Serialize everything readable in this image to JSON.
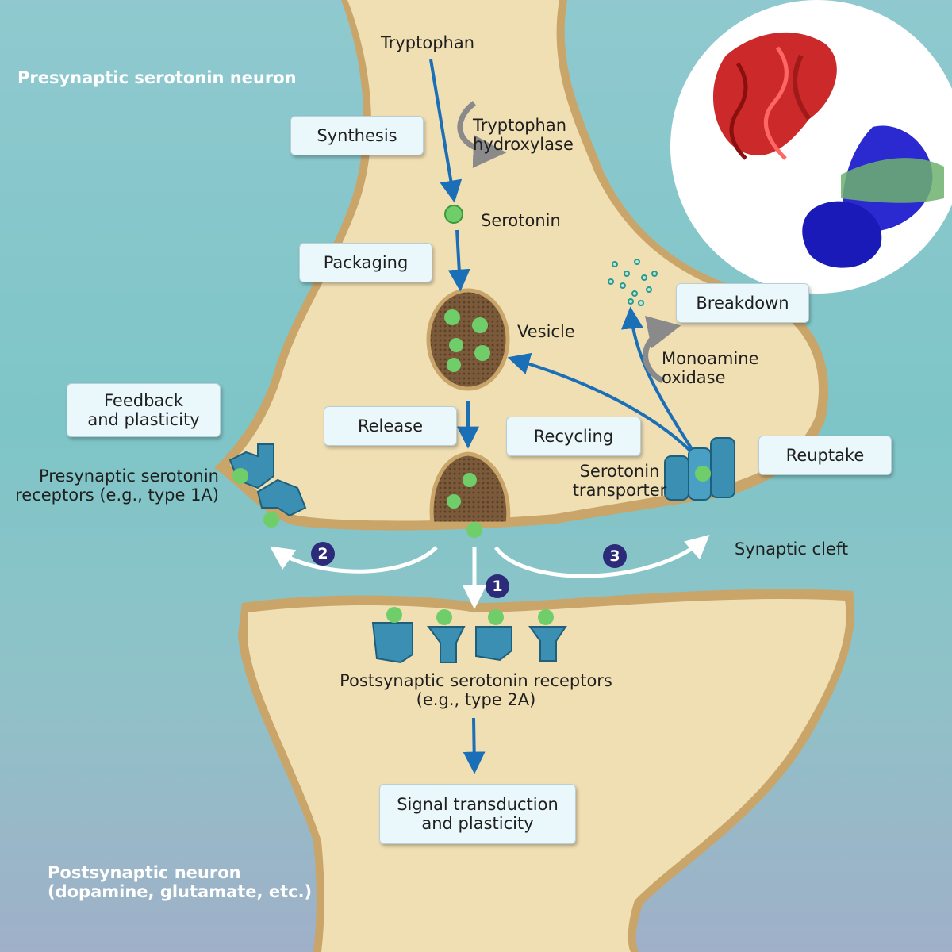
{
  "regions": {
    "presynaptic": "Presynaptic serotonin neuron",
    "postsynaptic_line1": "Postsynaptic neuron",
    "postsynaptic_line2": "(dopamine, glutamate, etc.)"
  },
  "labels": {
    "tryptophan": "Tryptophan",
    "enzyme_line1": "Tryptophan",
    "enzyme_line2": "hydroxylase",
    "serotonin": "Serotonin",
    "vesicle": "Vesicle",
    "mao_line1": "Monoamine",
    "mao_line2": "oxidase",
    "presyn_receptors_line1": "Presynaptic serotonin",
    "presyn_receptors_line2": "receptors (e.g., type 1A)",
    "transporter_line1": "Serotonin",
    "transporter_line2": "transporter",
    "synaptic_cleft": "Synaptic cleft",
    "postsyn_receptors_line1": "Postsynaptic serotonin receptors",
    "postsyn_receptors_line2": "(e.g., type 2A)"
  },
  "process_boxes": {
    "synthesis": "Synthesis",
    "packaging": "Packaging",
    "breakdown": "Breakdown",
    "feedback_line1": "Feedback",
    "feedback_line2": "and plasticity",
    "release": "Release",
    "recycling": "Recycling",
    "reuptake": "Reuptake",
    "signal_line1": "Signal transduction",
    "signal_line2": "and plasticity"
  },
  "badges": {
    "one": "1",
    "two": "2",
    "three": "3"
  },
  "colors": {
    "background": "#8fc9cf",
    "cytoplasm": "#f1dfb4",
    "membrane": "#c9a56a",
    "arrow_blue": "#1a6fb6",
    "serotonin_green": "#6fce6a",
    "receptor_blue": "#3a8fb3",
    "badge_navy": "#2b2b7a"
  }
}
